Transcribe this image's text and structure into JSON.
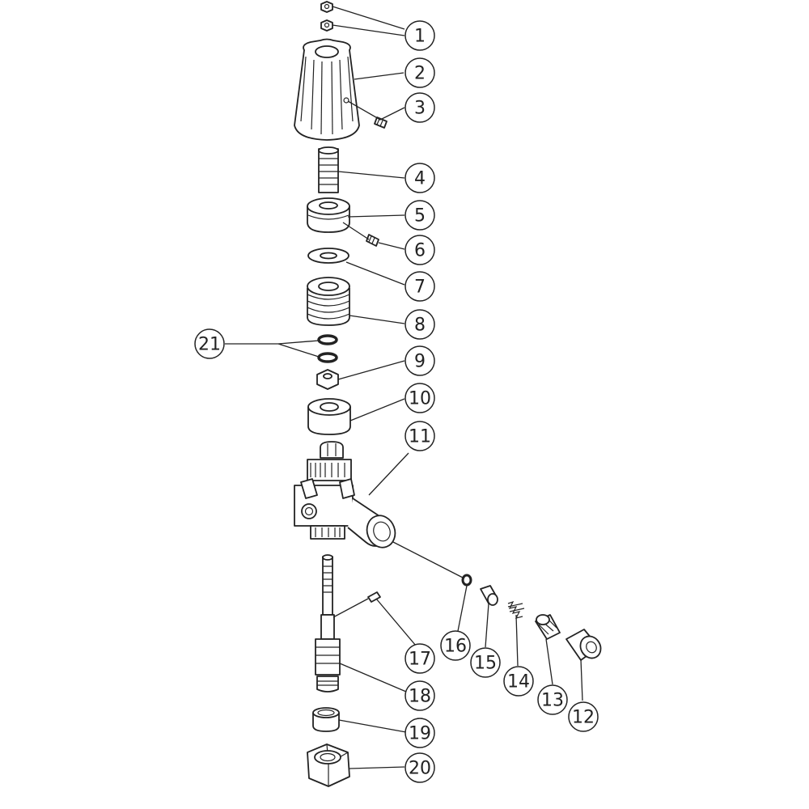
{
  "callouts": [
    {
      "label": "1"
    },
    {
      "label": "2"
    },
    {
      "label": "3"
    },
    {
      "label": "4"
    },
    {
      "label": "5"
    },
    {
      "label": "6"
    },
    {
      "label": "7"
    },
    {
      "label": "8"
    },
    {
      "label": "9"
    },
    {
      "label": "10"
    },
    {
      "label": "11"
    },
    {
      "label": "12"
    },
    {
      "label": "13"
    },
    {
      "label": "14"
    },
    {
      "label": "15"
    },
    {
      "label": "16"
    },
    {
      "label": "17"
    },
    {
      "label": "18"
    },
    {
      "label": "19"
    },
    {
      "label": "20"
    },
    {
      "label": "21"
    }
  ],
  "line_color": "#222222",
  "background": "#ffffff"
}
